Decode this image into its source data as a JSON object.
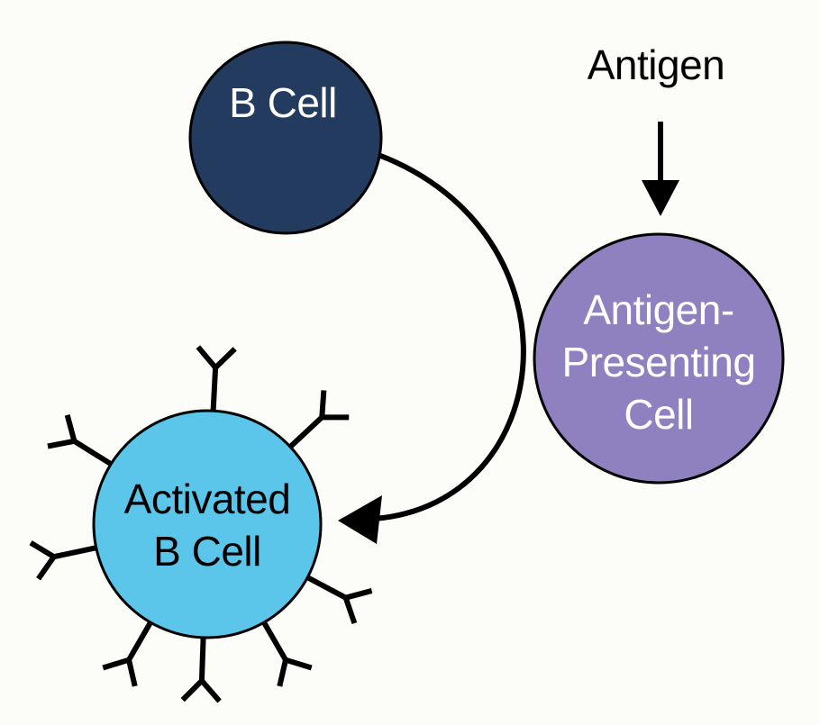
{
  "antigen_label": "Antigen",
  "b_cell": {
    "label": "B Cell",
    "fill": "#233b5f",
    "text_color": "#ffffff"
  },
  "apc": {
    "lines": [
      "Antigen-",
      "Presenting",
      "Cell"
    ],
    "fill": "#8f80bf",
    "text_color": "#ffffff"
  },
  "activated_b_cell": {
    "lines": [
      "Activated",
      "B Cell"
    ],
    "fill": "#5cc5ea",
    "text_color": "#000000"
  },
  "stroke_color": "#000000",
  "background": "#fcfcf8"
}
